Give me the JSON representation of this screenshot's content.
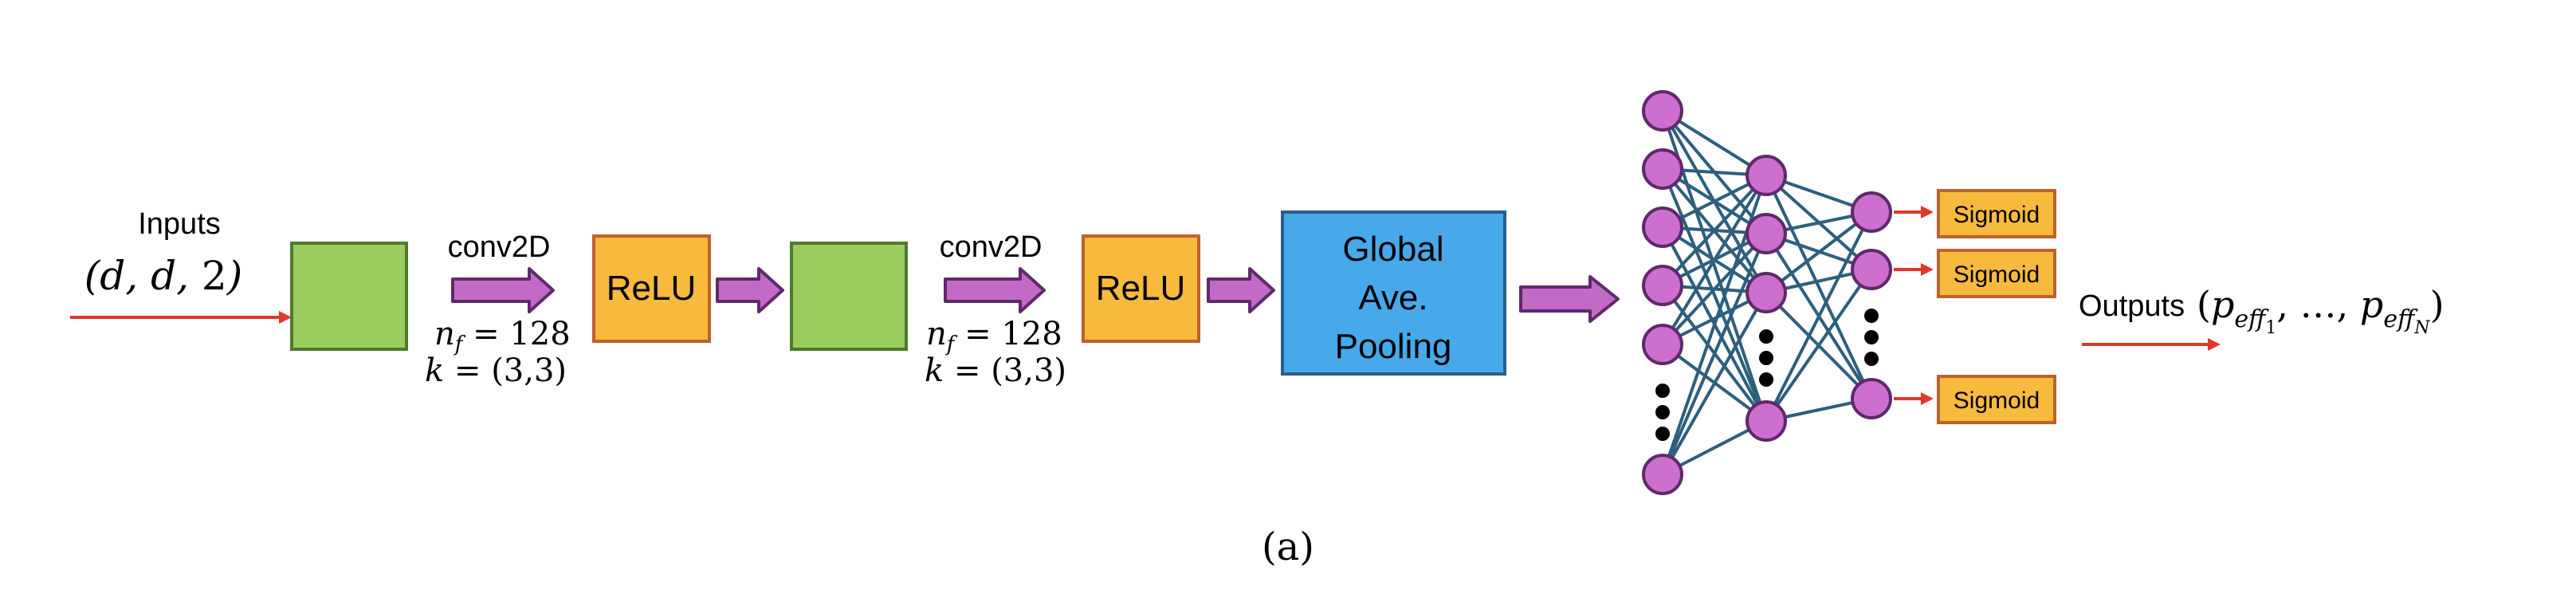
{
  "inputs": {
    "label": "Inputs",
    "shape": "(d, d, 2)"
  },
  "conv1": {
    "op_label": "conv2D",
    "nf": "n_f = 128",
    "k": "k = (3,3)"
  },
  "relu1": {
    "label": "ReLU"
  },
  "conv2": {
    "op_label": "conv2D",
    "nf": "n_f = 128",
    "k": "k = (3,3)"
  },
  "relu2": {
    "label": "ReLU"
  },
  "pooling": {
    "line1": "Global",
    "line2": "Ave.",
    "line3": "Pooling"
  },
  "sigmoids": [
    "Sigmoid",
    "Sigmoid",
    "Sigmoid"
  ],
  "outputs": {
    "label": "Outputs",
    "formula": "(p_eff_1, …, p_eff_N)"
  },
  "caption": "(a)",
  "colors": {
    "feature_map": "#9ACD5E",
    "feature_map_stroke": "#4E7A2A",
    "relu": "#F8BA3D",
    "relu_stroke": "#C0612B",
    "pooling": "#47A9EA",
    "pooling_stroke": "#2C5E8A",
    "block_arrow": "#C36AC6",
    "block_arrow_stroke": "#5E2A6A",
    "neuron": "#CC6FCF",
    "neuron_stroke": "#5E2A6A",
    "connection": "#2D5F7E",
    "red_arrow": "#E0382B"
  }
}
